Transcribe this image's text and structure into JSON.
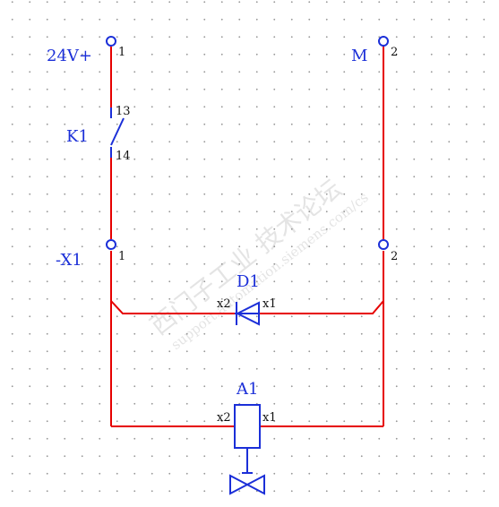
{
  "colors": {
    "wire": "#e60000",
    "symbol": "#1b2fd8",
    "text_black": "#111111",
    "grid_dot": "#9a9a9a"
  },
  "labels": {
    "supply_plus": "24V+",
    "supply_minus": "M",
    "terminal_1": "1",
    "terminal_2": "2",
    "k1": "K1",
    "k1_contact_top": "13",
    "k1_contact_bottom": "14",
    "x1": "-X1",
    "x1_terminal_1": "1",
    "x1_terminal_2": "2",
    "d1": "D1",
    "d1_pin_left": "x2",
    "d1_pin_right": "x1",
    "a1": "A1",
    "a1_pin_left": "x2",
    "a1_pin_right": "x1"
  },
  "watermark": {
    "line1": "西门子工业 技术论坛",
    "line2": "support.automation.siemens.com/cs"
  }
}
